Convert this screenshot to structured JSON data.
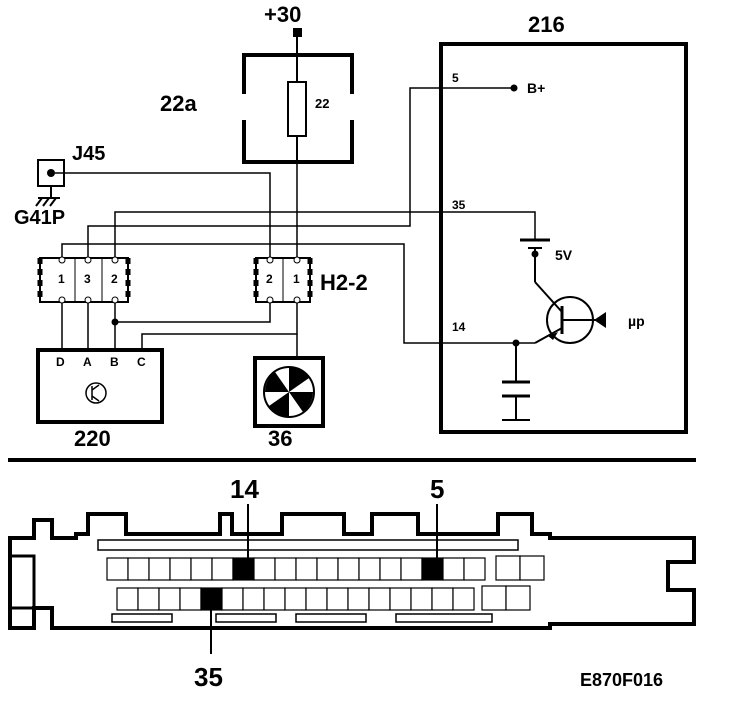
{
  "supply": {
    "label": "+30"
  },
  "fuse_box": {
    "label": "22a",
    "fuse_label": "22"
  },
  "connector_j45": {
    "label": "J45",
    "ground_label": "G41P"
  },
  "connector_left": {
    "pins": [
      "1",
      "3",
      "2"
    ]
  },
  "connector_h2": {
    "label": "H2-2",
    "pins": [
      "2",
      "1"
    ]
  },
  "module_216": {
    "label": "216",
    "terminals": {
      "t5": "5",
      "t35": "35",
      "t14": "14"
    },
    "bplus_label": "B+",
    "ref_voltage_label": "5V",
    "micro_label": "µp"
  },
  "sensor_220": {
    "label": "220",
    "pins": [
      "D",
      "A",
      "B",
      "C"
    ]
  },
  "component_36": {
    "label": "36"
  },
  "connector_face": {
    "pin_14": "14",
    "pin_5": "5",
    "pin_35": "35"
  },
  "figure_code": "E870F016",
  "colors": {
    "ink": "#000000",
    "paper": "#ffffff"
  }
}
